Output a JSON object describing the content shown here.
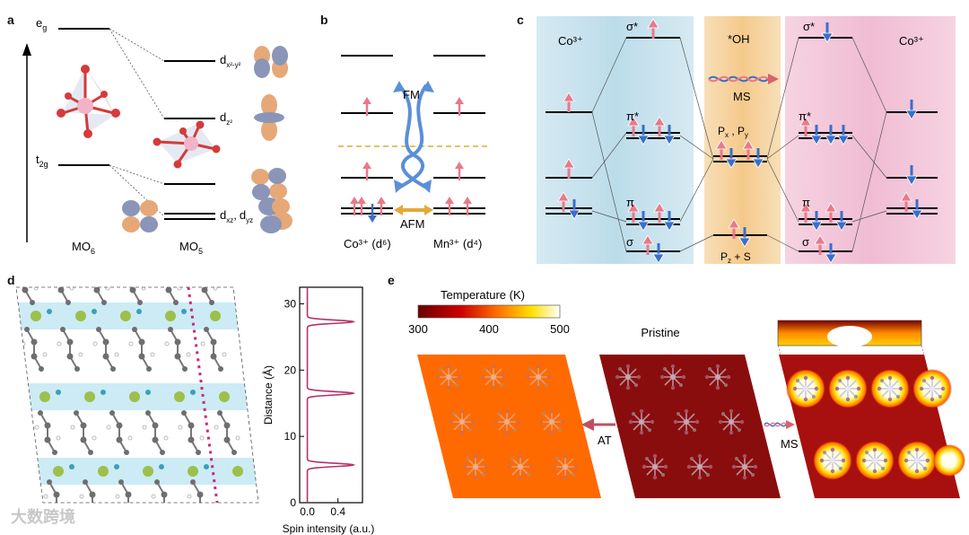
{
  "panels": {
    "a": {
      "letter": "a",
      "levels_left": {
        "eg": "e",
        "eg_sub": "g",
        "t2g": "t",
        "t2g_sub": "2g"
      },
      "levels_right": {
        "dx2y2": "d",
        "dx2y2_sub": "x²-y²",
        "dz2": "d",
        "dz2_sub": "z²",
        "dxz": "d",
        "dxz_sub": "xz",
        "comma": ",",
        "dyz": "d",
        "dyz_sub": "yz"
      },
      "captions": {
        "mo6": "MO",
        "mo6_sub": "6",
        "mo5": "MO",
        "mo5_sub": "5"
      }
    },
    "b": {
      "letter": "b",
      "fm": "FM",
      "afm": "AFM",
      "co": "Co³⁺ (d⁶)",
      "mn": "Mn³⁺ (d⁴)"
    },
    "c": {
      "letter": "c",
      "co_left": "Co³⁺",
      "co_right": "Co³⁺",
      "oh": "*OH",
      "ms": "MS",
      "sigma_star": "σ*",
      "pi_star": "π*",
      "pi": "π",
      "sigma": "σ",
      "pxpy": "P",
      "pxpy_x": "x",
      "pxpy_y": "y",
      "pz": "P",
      "pz_sub": "z",
      "pz_tail": " + S"
    },
    "d": {
      "letter": "d",
      "ylabel": "Distance (Å)",
      "xlabel": "Spin intensity (a.u.)"
    },
    "e": {
      "letter": "e",
      "colorbar_title": "Temperature (K)",
      "colorbar_ticks": [
        "300",
        "400",
        "500"
      ],
      "pristine": "Pristine",
      "at": "AT",
      "ms": "MS"
    }
  },
  "watermark": "大数跨境",
  "chart_data": {
    "type": "line",
    "xlabel": "Spin intensity (a.u.)",
    "ylabel": "Distance (Å)",
    "xticks": [
      "0.0",
      "0.4"
    ],
    "yticks": [
      "0",
      "10",
      "20",
      "30"
    ],
    "xlim": [
      -0.1,
      0.72
    ],
    "ylim": [
      0,
      32.5
    ],
    "peaks": [
      {
        "y": 5.7,
        "height": 0.6
      },
      {
        "y": 16.5,
        "height": 0.6
      },
      {
        "y": 27.3,
        "height": 0.6
      }
    ],
    "baseline": 0.0,
    "color": "#b5316a"
  }
}
